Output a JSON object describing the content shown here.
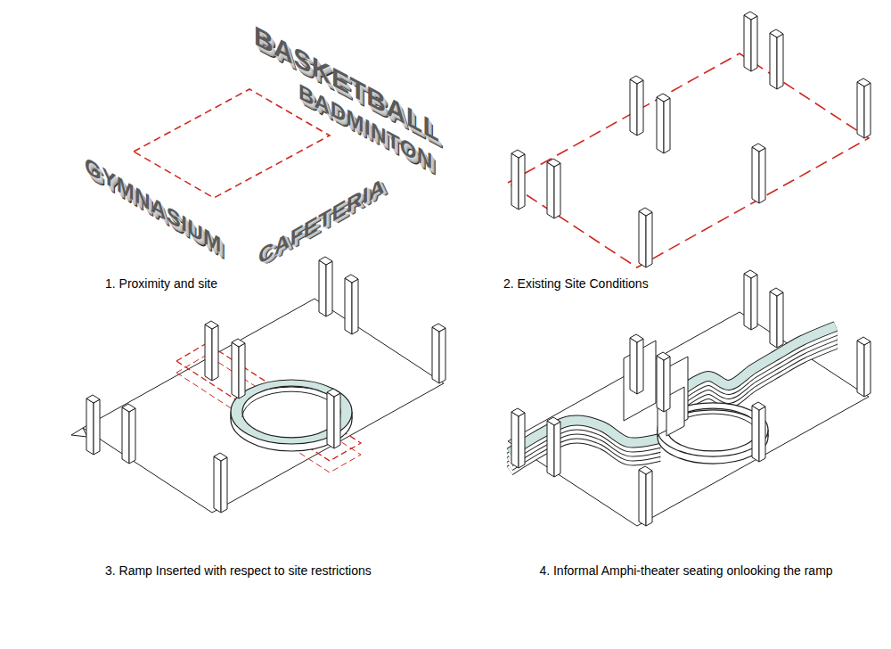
{
  "diagram": {
    "labels": [
      "GYMNASIUM",
      "CAFETERIA",
      "BASKETBALL",
      "BADMINTON",
      "1. Proximity and site",
      "2. Existing Site Conditions",
      "3. Ramp Inserted with respect to site restrictions",
      "4. Informal Amphi-theater seating onlooking the ramp"
    ]
  }
}
